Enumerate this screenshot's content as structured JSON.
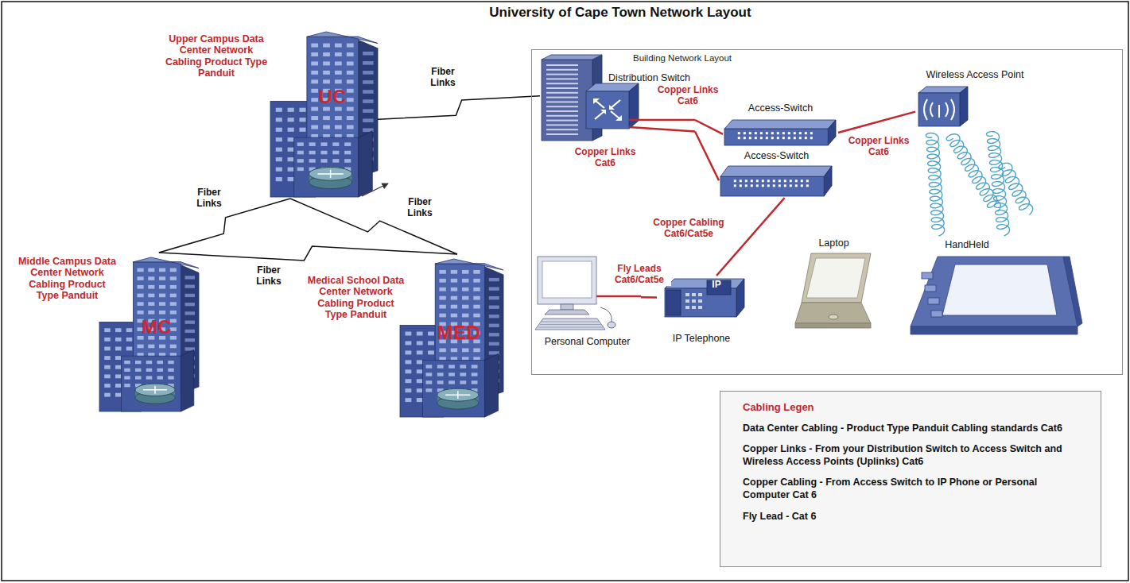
{
  "diagram": {
    "title": "University of Cape Town Network Layout",
    "nodes": [
      {
        "text": [
          "UC",
          "Upper Campus Data Center Network Cabling Product Type Panduit"
        ]
      },
      {
        "text": [
          "Building Network Layout"
        ]
      },
      {
        "text": [
          "Distribution Switch"
        ],
        "in": 1
      },
      {
        "text": [
          "Access-Switch"
        ],
        "in": 1
      },
      {
        "text": [
          "Wireless Access Point"
        ],
        "in": 1
      },
      {
        "text": [
          "Access-Switch"
        ],
        "in": 1
      },
      {
        "text": [
          "Laptop"
        ],
        "in": 1
      },
      {
        "text": [
          "HandHeld"
        ],
        "in": 1
      },
      {
        "text": [
          "Personal Computer"
        ],
        "in": 1
      },
      {
        "text": [
          "IP Telephone"
        ],
        "in": 1
      },
      {
        "text": [
          "MC",
          "Middle Campus Data Center Network Cabling Product Type Panduit"
        ]
      },
      {
        "text": [
          "MED",
          "Medical School Data Center Network Cabling Product Type Panduit"
        ]
      },
      {
        "text": [
          "Cabling Legen",
          "Data Center Cabling - Product Type Panduit Cabling standards Cat6",
          "Copper Links - From your Distribution Switch to Access Switch and Wireless Access Points (Uplinks) Cat6",
          "Copper Cabling - From Access Switch to IP Phone or Personal Computer Cat 6",
          "Fly Lead - Cat 6"
        ]
      }
    ],
    "edges": [
      {
        "from": 0,
        "to": 2,
        "arrow": "none",
        "label": "Fiber Links"
      },
      {
        "from": 0,
        "to": 10,
        "arrow": "none",
        "label": "Fiber Links"
      },
      {
        "from": 0,
        "to": 11,
        "arrow": "none",
        "label": "Fiber Links"
      },
      {
        "from": 10,
        "to": 11,
        "arrow": "none",
        "label": "Fiber Links"
      },
      {
        "from": 2,
        "to": 3,
        "arrow": "none",
        "label": "Copper Links Cat6"
      },
      {
        "from": 2,
        "to": 5,
        "arrow": "none",
        "label": "Copper Links Cat6"
      },
      {
        "from": 3,
        "to": 4,
        "arrow": "none",
        "label": "Copper Links Cat6"
      },
      {
        "from": 5,
        "to": 9,
        "arrow": "none",
        "label": "Copper Cabling Cat6/Cat5e"
      },
      {
        "from": 8,
        "to": 9,
        "arrow": "none",
        "label": "Fly Leads Cat6/Cat5e"
      }
    ],
    "labels": [
      "IP"
    ]
  }
}
